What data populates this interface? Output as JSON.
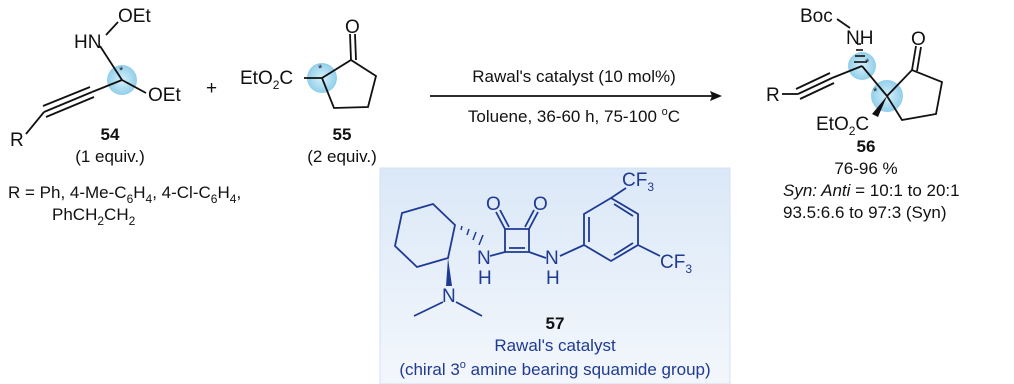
{
  "reactant1": {
    "label_hn": "HN",
    "label_oet_top": "OEt",
    "label_oet": "OEt",
    "label_r": "R",
    "compound_number": "54",
    "equiv": "(1 equiv.)"
  },
  "plus": "+",
  "reactant2": {
    "label_ester": "EtO",
    "label_ester_sub": "2",
    "label_ester_c": "C",
    "label_o": "O",
    "compound_number": "55",
    "equiv": "(2 equiv.)"
  },
  "arrow": {
    "top_text": "Rawal's catalyst (10 mol%)",
    "bottom_text_a": "Toluene, 36-60 h, 75-100 ",
    "bottom_text_sup": "o",
    "bottom_text_b": "C"
  },
  "product": {
    "label_boc": "Boc",
    "label_nh": "NH",
    "label_o": "O",
    "label_r": "R",
    "label_ester": "EtO",
    "label_ester_sub": "2",
    "label_ester_c": "C",
    "compound_number": "56",
    "yield": "76-96 %",
    "dr_italic": "Syn: Anti",
    "dr_value": "  = 10:1 to 20:1",
    "er": "93.5:6.6 to 97:3 (Syn)"
  },
  "r_groups": {
    "line1_a": "R = Ph, 4-Me-C",
    "line1_sub1": "6",
    "line1_b": "H",
    "line1_sub2": "4",
    "line1_c": ", 4-Cl-C",
    "line1_sub3": "6",
    "line1_d": "H",
    "line1_sub4": "4",
    "line1_e": ",",
    "line2_a": "PhCH",
    "line2_sub1": "2",
    "line2_b": "CH",
    "line2_sub2": "2"
  },
  "catalyst": {
    "label_cf3_top": "CF",
    "label_cf3_top_sub": "3",
    "label_cf3_right": "CF",
    "label_cf3_right_sub": "3",
    "label_o1": "O",
    "label_o2": "O",
    "label_n_amine": "N",
    "label_h1": "H",
    "label_n1": "N",
    "label_h2": "H",
    "label_n2": "N",
    "compound_number": "57",
    "name": "Rawal's catalyst",
    "description_a": "(chiral 3",
    "description_sup": "o",
    "description_b": " amine bearing squamide group)"
  },
  "colors": {
    "panel_bg": "#e6eff9",
    "panel_border": "#cddcf0",
    "highlight": "#8fcde8",
    "catalyst_text": "#1f3a93",
    "bond": "#111111"
  }
}
